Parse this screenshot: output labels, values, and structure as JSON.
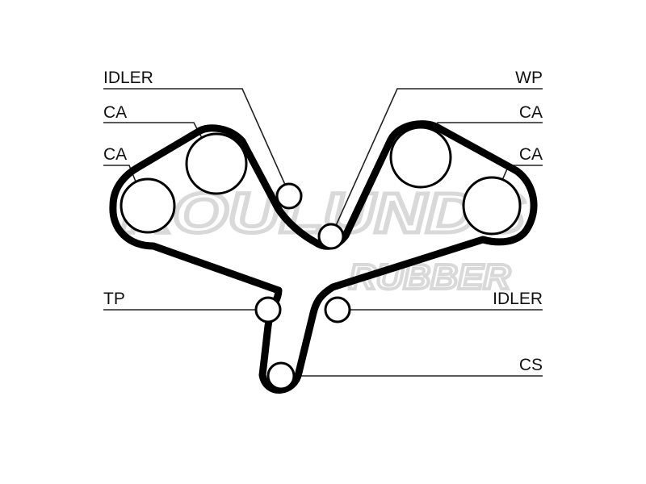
{
  "diagram": {
    "colors": {
      "belt": "#000000",
      "line": "#222222",
      "watermark": "#d9d9d9",
      "background": "#ffffff"
    },
    "watermark": {
      "line1": "ROULUNDS",
      "line2": "RUBBER"
    },
    "labels": {
      "idler_top": "IDLER",
      "ca_left_upper": "CA",
      "ca_left_lower": "CA",
      "tp": "TP",
      "wp": "WP",
      "ca_right_upper": "CA",
      "ca_right_lower": "CA",
      "idler_bottom": "IDLER",
      "cs": "CS"
    }
  }
}
